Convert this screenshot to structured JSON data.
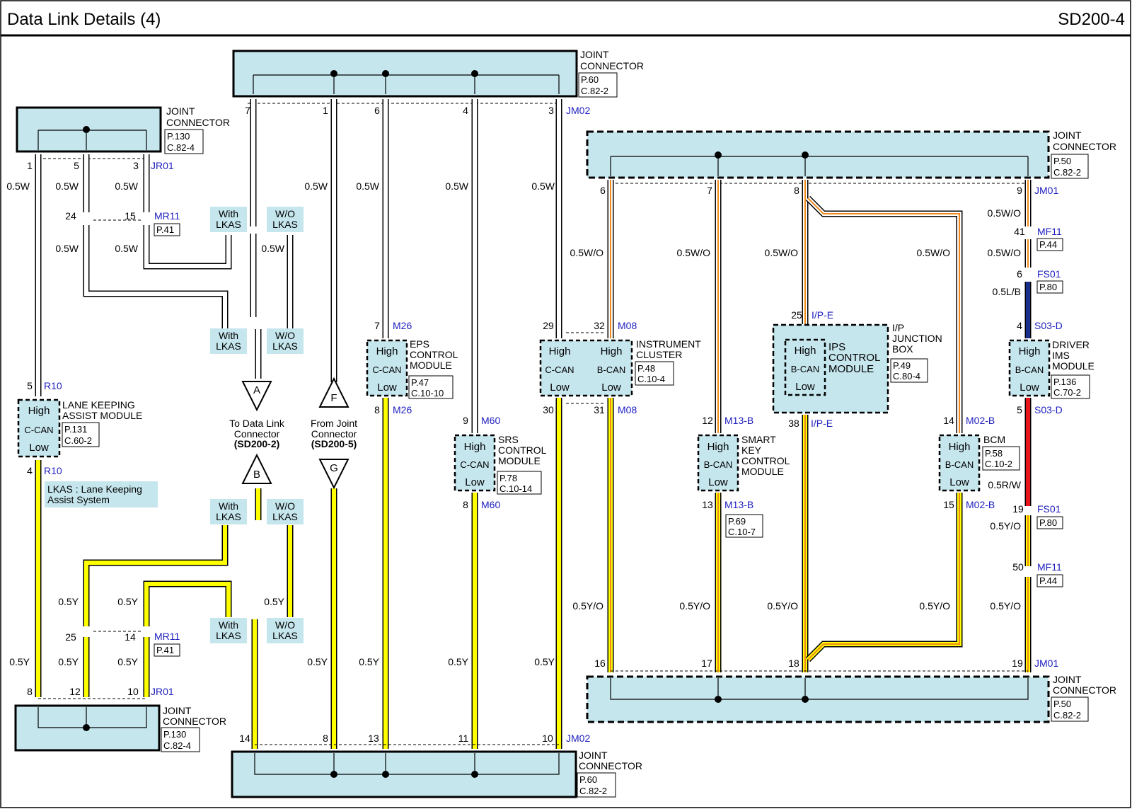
{
  "page": {
    "title": "Data Link Details (4)",
    "code": "SD200-4"
  },
  "labels": {
    "joint_connector": [
      "JOINT",
      "CONNECTOR"
    ],
    "with_lkas": [
      "With",
      "LKAS"
    ],
    "wo_lkas": [
      "W/O",
      "LKAS"
    ],
    "can_high": "High",
    "can_low": "Low",
    "c_can": "C-CAN",
    "b_can": "B-CAN",
    "to_dlc": [
      "To Data Link",
      "Connector"
    ],
    "to_dlc_ref": "(SD200-2)",
    "from_jc": [
      "From Joint",
      "Connector"
    ],
    "from_jc_ref": "(SD200-5)",
    "lkas_note": [
      "LKAS : Lane Keeping",
      "Assist System"
    ],
    "flags": {
      "a": "A",
      "b": "B",
      "f": "F",
      "g": "G"
    }
  },
  "connectors": {
    "jm02": {
      "id": "JM02",
      "ref": [
        "P.60",
        "C.82-2"
      ]
    },
    "jr01": {
      "id": "JR01",
      "ref": [
        "P.130",
        "C.82-4"
      ]
    },
    "jm01": {
      "id": "JM01",
      "ref": [
        "P.50",
        "C.82-2"
      ]
    },
    "mr11": {
      "id": "MR11",
      "ref": "P.41"
    },
    "mf11": {
      "id": "MF11",
      "ref": "P.44"
    },
    "fs01": {
      "id": "FS01",
      "ref": "P.80"
    },
    "r10": "R10",
    "m26": "M26",
    "m60": "M60",
    "m08": "M08",
    "ipe": "I/P-E",
    "m13b": "M13-B",
    "m02b": "M02-B",
    "s03d": "S03-D"
  },
  "modules": {
    "lka": {
      "name": [
        "LANE KEEPING",
        "ASSIST MODULE"
      ],
      "ref": [
        "P.131",
        "C.60-2"
      ]
    },
    "eps": {
      "name": [
        "EPS",
        "CONTROL",
        "MODULE"
      ],
      "ref": [
        "P.47",
        "C.10-10"
      ]
    },
    "srs": {
      "name": [
        "SRS",
        "CONTROL",
        "MODULE"
      ],
      "ref": [
        "P.78",
        "C.10-14"
      ]
    },
    "cluster": {
      "name": [
        "INSTRUMENT",
        "CLUSTER"
      ],
      "ref": [
        "P.48",
        "C.10-4"
      ]
    },
    "ipjb": {
      "name": [
        "I/P",
        "JUNCTION",
        "BOX"
      ],
      "ref": [
        "P.49",
        "C.80-4"
      ]
    },
    "ips": {
      "name": [
        "IPS",
        "CONTROL",
        "MODULE"
      ]
    },
    "smartkey": {
      "name": [
        "SMART",
        "KEY",
        "CONTROL",
        "MODULE"
      ],
      "ref": [
        "P.69",
        "C.10-7"
      ]
    },
    "bcm": {
      "name": [
        "BCM"
      ],
      "ref": [
        "P.58",
        "C.10-2"
      ]
    },
    "ims": {
      "name": [
        "DRIVER",
        "IMS",
        "MODULE"
      ],
      "ref": [
        "P.136",
        "C.70-2"
      ]
    }
  },
  "pins": {
    "jm02_top": [
      "7",
      "1",
      "6",
      "4",
      "3"
    ],
    "jr01_top": [
      "1",
      "5",
      "3"
    ],
    "mr11_top": [
      "24",
      "15"
    ],
    "jm01_top": [
      "6",
      "7",
      "8",
      "9"
    ],
    "lka": [
      "5",
      "4"
    ],
    "eps": [
      "7",
      "8"
    ],
    "srs": [
      "9",
      "8"
    ],
    "cluster_c": [
      "29",
      "30"
    ],
    "cluster_b": [
      "32",
      "31"
    ],
    "ips": [
      "25",
      "38"
    ],
    "smartkey": [
      "12",
      "13"
    ],
    "bcm": [
      "14",
      "15"
    ],
    "mf11_top": "41",
    "fs01_top": "6",
    "ims": [
      "4",
      "5"
    ],
    "fs01_bot": "19",
    "mf11_bot": "50",
    "mr11_bot": [
      "25",
      "14"
    ],
    "jr01_bot": [
      "8",
      "12",
      "10"
    ],
    "jm02_bot": [
      "14",
      "8",
      "13",
      "11",
      "10"
    ],
    "jm01_bot": [
      "16",
      "17",
      "18",
      "19"
    ]
  },
  "wires": {
    "w": "0.5W",
    "wo": "0.5W/O",
    "lb": "0.5L/B",
    "rw": "0.5R/W",
    "y": "0.5Y",
    "yo": "0.5Y/O"
  },
  "colors": {
    "yellow": "#ffff00",
    "white": "#ffffff",
    "orange": "#f08a1c",
    "blue": "#1a2f8c",
    "red": "#e8141c",
    "box_fill": "#c6e6ee",
    "id_blue": "#2020c0"
  }
}
